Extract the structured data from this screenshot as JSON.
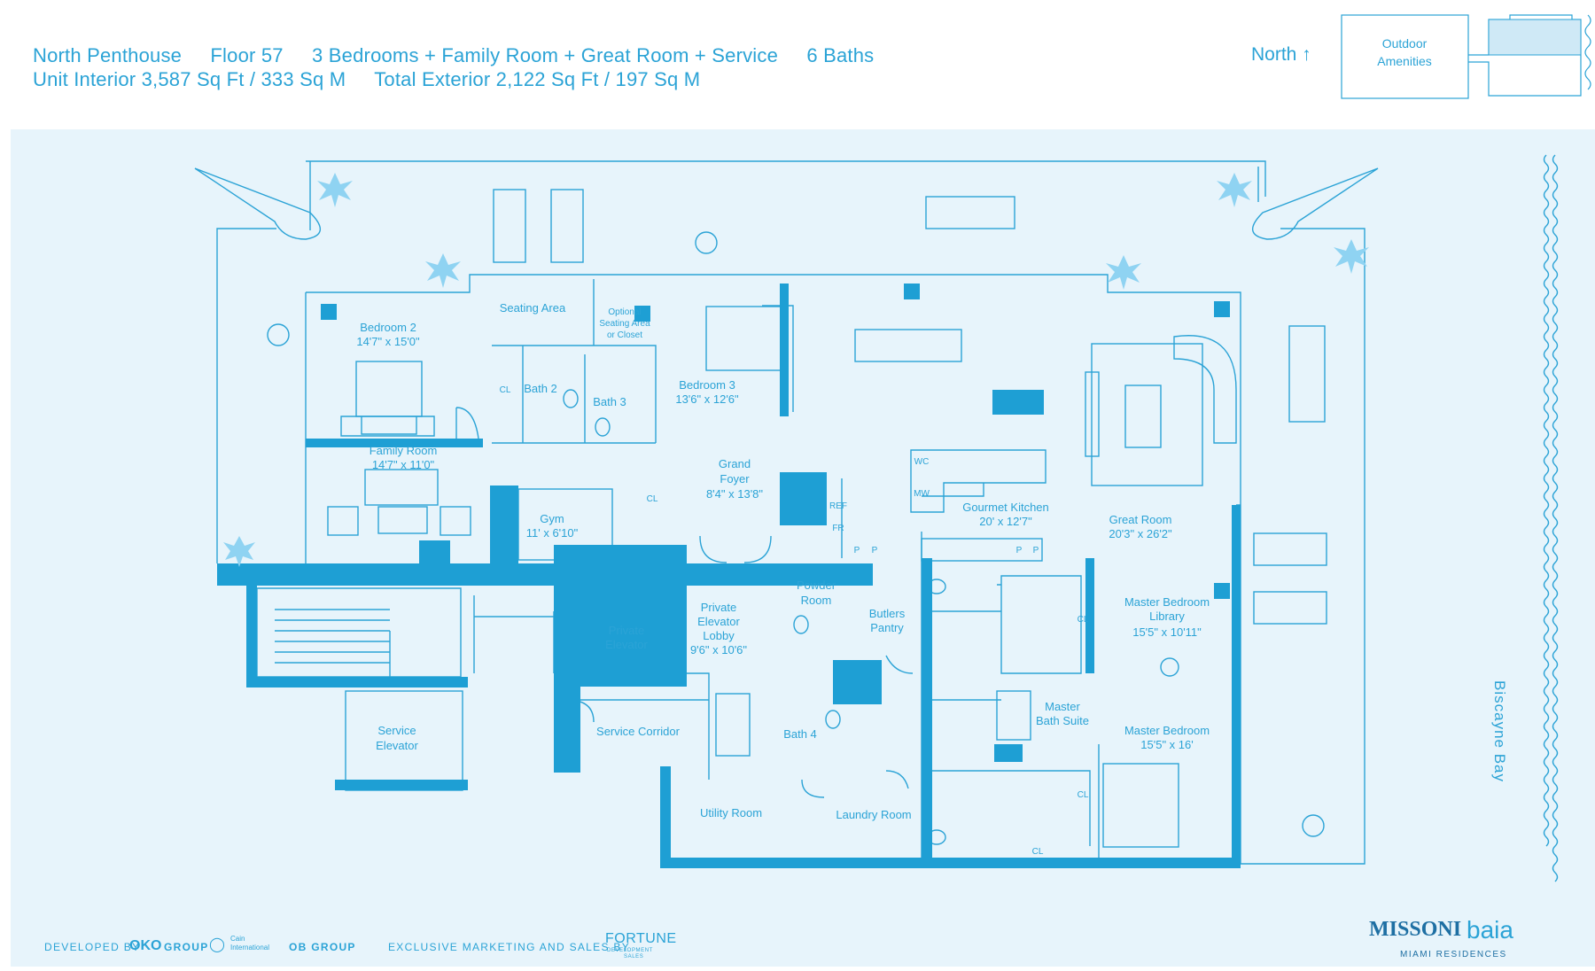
{
  "header": {
    "unit_name": "North Penthouse",
    "floor": "Floor 57",
    "rooms_summary": "3 Bedrooms + Family Room + Great Room + Service",
    "baths": "6 Baths",
    "interior": "Unit Interior 3,587 Sq Ft / 333 Sq M",
    "exterior": "Total Exterior 2,122 Sq Ft / 197 Sq M",
    "north": "North ↑"
  },
  "keyplan": {
    "label_line1": "Outdoor",
    "label_line2": "Amenities"
  },
  "rooms": {
    "bedroom2": {
      "name": "Bedroom 2",
      "dims": "14'7\" x 15'0\""
    },
    "seating_area": {
      "name": "Seating Area"
    },
    "optional_seating": {
      "line1": "Optional",
      "line2": "Seating Area",
      "line3": "or Closet"
    },
    "bath2": {
      "name": "Bath 2"
    },
    "bath3": {
      "name": "Bath 3"
    },
    "bedroom3": {
      "name": "Bedroom 3",
      "dims": "13'6\" x 12'6\""
    },
    "family_room": {
      "name": "Family Room",
      "dims": "14'7\" x 11'0\""
    },
    "gym": {
      "name": "Gym",
      "dims": "11' x 6'10\""
    },
    "grand_foyer": {
      "line1": "Grand",
      "line2": "Foyer",
      "dims": "8'4\" x 13'8\""
    },
    "gourmet_kitchen": {
      "name": "Gourmet Kitchen",
      "dims": "20' x 12'7\""
    },
    "great_room": {
      "name": "Great Room",
      "dims": "20'3\" x 26'2\""
    },
    "private_elevator": {
      "line1": "Private",
      "line2": "Elevator"
    },
    "private_elevator_lobby": {
      "line1": "Private",
      "line2": "Elevator",
      "line3": "Lobby",
      "dims": "9'6\" x 10'6\""
    },
    "powder_room": {
      "line1": "Powder",
      "line2": "Room"
    },
    "butlers_pantry": {
      "line1": "Butlers",
      "line2": "Pantry"
    },
    "master_library": {
      "line1": "Master Bedroom",
      "line2": "Library",
      "dims": "15'5\" x 10'11\""
    },
    "service_elevator": {
      "line1": "Service",
      "line2": "Elevator"
    },
    "service_corridor": {
      "name": "Service Corridor"
    },
    "bath4": {
      "name": "Bath 4"
    },
    "master_bath": {
      "line1": "Master",
      "line2": "Bath Suite"
    },
    "master_bedroom": {
      "name": "Master Bedroom",
      "dims": "15'5\" x 16'"
    },
    "utility_room": {
      "name": "Utility Room"
    },
    "laundry_room": {
      "name": "Laundry Room"
    }
  },
  "small_labels": {
    "cl": "CL",
    "ref": "REF",
    "fr": "FR",
    "p": "P",
    "wc": "WC",
    "mw": "MW"
  },
  "location_label": "Biscayne Bay",
  "footer": {
    "developed_by": "DEVELOPED BY",
    "oko": "OKO",
    "group": "GROUP",
    "cain_line1": "Cain",
    "cain_line2": "International",
    "ob_group": "OB GROUP",
    "marketing": "EXCLUSIVE MARKETING AND SALES BY",
    "fortune": "FORTUNE",
    "fortune_sub1": "DEVELOPMENT",
    "fortune_sub2": "SALES",
    "missoni": "MISSONI",
    "baia": "baia",
    "miami": "MIAMI RESIDENCES"
  },
  "colors": {
    "accent": "#2ba3d6",
    "wall": "#1e9fd4",
    "background": "#e7f4fb"
  }
}
